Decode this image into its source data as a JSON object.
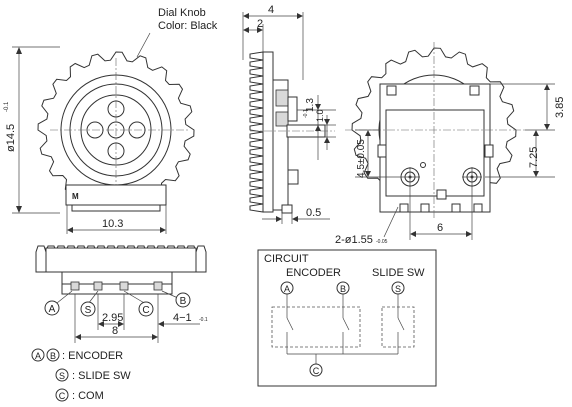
{
  "knob_label": {
    "line1": "Dial Knob",
    "line2": "Color: Black"
  },
  "dimensions": {
    "diameter": "ø14.5",
    "diameter_tol": "-0.1",
    "width_front": "10.3",
    "side_total": "4",
    "side_knob": "2",
    "shaft_13": "1.3",
    "shaft_13_tol": "-0.1",
    "slide_05": "0.5",
    "rear_385": "3.85",
    "rear_725": "7.25",
    "rear_45": "4.5±0.05",
    "rear_hole": "2-ø1.55",
    "rear_hole_tol": "-0.05",
    "rear_6": "6",
    "bottom_295": "2.95",
    "bottom_8": "8",
    "bottom_41": "4−1",
    "bottom_41_tol": "-0.1"
  },
  "pin_labels": {
    "a": "A",
    "s": "S",
    "c": "C",
    "b": "B"
  },
  "logo_text": "M",
  "legend": [
    {
      "marks": [
        "A",
        "B"
      ],
      "text": ": ENCODER"
    },
    {
      "marks": [
        "S"
      ],
      "text": ": SLIDE SW"
    },
    {
      "marks": [
        "C"
      ],
      "text": ": COM"
    }
  ],
  "circuit": {
    "title": "CIRCUIT",
    "encoder_label": "ENCODER",
    "slide_label": "SLIDE SW",
    "pins": {
      "a": "A",
      "b": "B",
      "s": "S",
      "c": "C"
    }
  }
}
